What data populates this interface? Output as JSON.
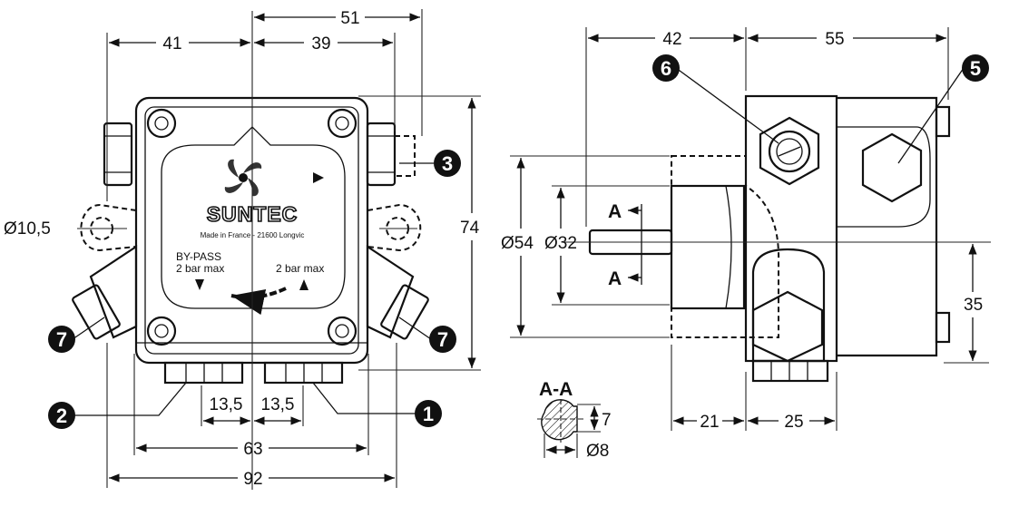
{
  "front_view": {
    "dims": {
      "top_51": "51",
      "top_41": "41",
      "top_39": "39",
      "left_dia": "Ø10,5",
      "right_74": "74",
      "bot_13a": "13,5",
      "bot_13b": "13,5",
      "bot_63": "63",
      "bot_92": "92"
    },
    "plate": {
      "brand": "SUNTEC",
      "made_in": "Made in France - 21600 Longvic",
      "bypass": "BY-PASS",
      "left_pressure": "2 bar max",
      "right_pressure": "2 bar max"
    },
    "callouts": {
      "c1": "1",
      "c2": "2",
      "c3": "3",
      "c7a": "7",
      "c7b": "7"
    }
  },
  "side_view": {
    "dims": {
      "top_42": "42",
      "top_55": "55",
      "dia54": "Ø54",
      "dia32": "Ø32",
      "right_35": "35",
      "bot_21": "21",
      "bot_25": "25"
    },
    "section_marks": {
      "a_top": "A",
      "a_bot": "A"
    },
    "callouts": {
      "c5": "5",
      "c6": "6"
    }
  },
  "section_detail": {
    "title": "A-A",
    "dim_7": "7",
    "dim_8": "Ø8"
  }
}
